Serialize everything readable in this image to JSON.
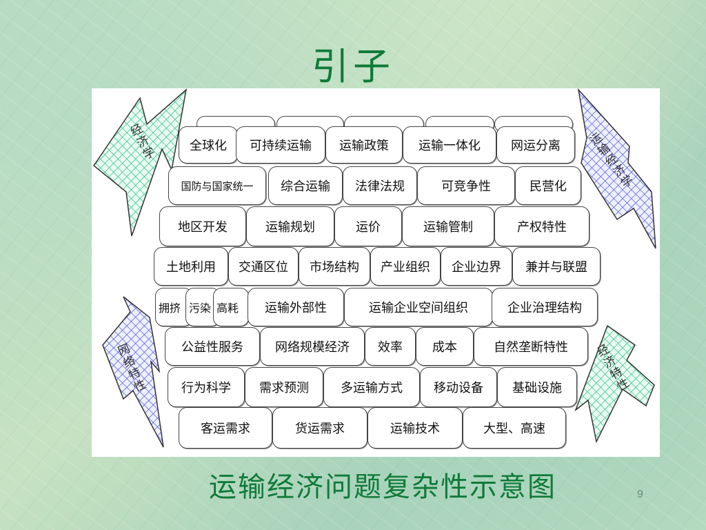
{
  "slide": {
    "title": "引子",
    "caption": "运输经济问题复杂性示意图",
    "page_number": "9"
  },
  "diagram": {
    "corner_labels": {
      "top_left": "经济学",
      "top_right": "运输经济学",
      "bottom_left": "网络特性",
      "bottom_right": "经济特性"
    },
    "rows": [
      [
        "全球化",
        "可持续运输",
        "运输政策",
        "运输一体化",
        "网运分离"
      ],
      [
        "国防与国家统一",
        "综合运输",
        "法律法规",
        "可竞争性",
        "民营化"
      ],
      [
        "地区开发",
        "运输规划",
        "运价",
        "运输管制",
        "产权特性"
      ],
      [
        "土地利用",
        "交通区位",
        "市场结构",
        "产业组织",
        "企业边界",
        "兼并与联盟"
      ],
      [
        "拥挤",
        "污染",
        "高耗",
        "运输外部性",
        "运输企业空间组织",
        "企业治理结构"
      ],
      [
        "公益性服务",
        "网络规模经济",
        "效率",
        "成本",
        "自然垄断特性"
      ],
      [
        "行为科学",
        "需求预测",
        "多运输方式",
        "移动设备",
        "基础设施"
      ],
      [
        "客运需求",
        "货运需求",
        "运输技术",
        "大型、高速"
      ]
    ]
  },
  "colors": {
    "title": "#0f7a3a",
    "caption": "#0f7a3a",
    "bolt_green": "#3cc28a",
    "bolt_blue": "#5a63d8"
  }
}
